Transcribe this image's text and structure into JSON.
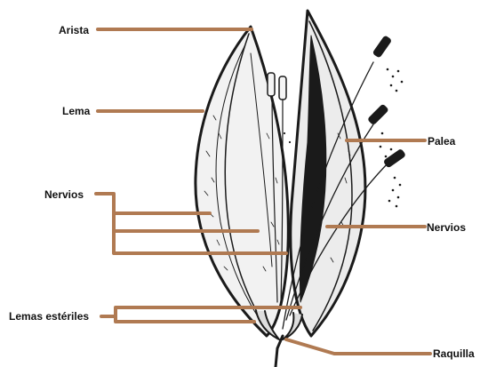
{
  "labels": {
    "arista": "Arista",
    "lema": "Lema",
    "nervios_left": "Nervios",
    "palea": "Palea",
    "nervios_right": "Nervios",
    "lemas_esteriles": "Lemas estériles",
    "raquilla": "Raquilla"
  },
  "colors": {
    "leader": "#b07a52",
    "ink": "#1a1a1a",
    "background": "#ffffff"
  }
}
